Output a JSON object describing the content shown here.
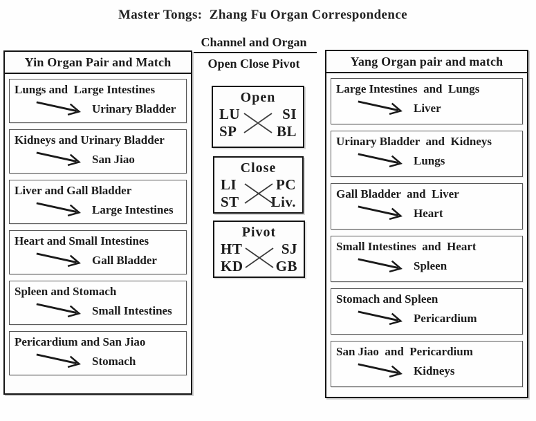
{
  "title": "Master Tongs:  Zhang Fu Organ Correspondence",
  "middle": {
    "header_line1": "Channel and Organ",
    "header_line2": "Open Close Pivot",
    "boxes": [
      {
        "title": "Open",
        "tl": "LU",
        "tr": "SI",
        "bl": "SP",
        "br": "BL"
      },
      {
        "title": "Close",
        "tl": "LI",
        "tr": "PC",
        "bl": "ST",
        "br": "Liv."
      },
      {
        "title": "Pivot",
        "tl": "HT",
        "tr": "SJ",
        "bl": "KD",
        "br": "GB"
      }
    ]
  },
  "left_panel": {
    "header": "Yin Organ Pair and Match",
    "items": [
      {
        "pair": "Lungs and  Large Intestines",
        "match": "Urinary Bladder"
      },
      {
        "pair": "Kidneys and Urinary Bladder",
        "match": "San Jiao"
      },
      {
        "pair": "Liver and Gall Bladder",
        "match": "Large Intestines"
      },
      {
        "pair": "Heart and Small Intestines",
        "match": "Gall Bladder"
      },
      {
        "pair": "Spleen and Stomach",
        "match": "Small Intestines"
      },
      {
        "pair": "Pericardium and San Jiao",
        "match": "Stomach"
      }
    ]
  },
  "right_panel": {
    "header": "Yang Organ pair and match",
    "items": [
      {
        "pair": "Large Intestines  and  Lungs",
        "match": "Liver"
      },
      {
        "pair": "Urinary Bladder  and  Kidneys",
        "match": "Lungs"
      },
      {
        "pair": "Gall Bladder  and  Liver",
        "match": "Heart"
      },
      {
        "pair": "Small Intestines  and  Heart",
        "match": "Spleen"
      },
      {
        "pair": "Stomach and Spleen",
        "match": "Pericardium"
      },
      {
        "pair": "San Jiao  and  Pericardium",
        "match": "Kidneys"
      }
    ]
  }
}
